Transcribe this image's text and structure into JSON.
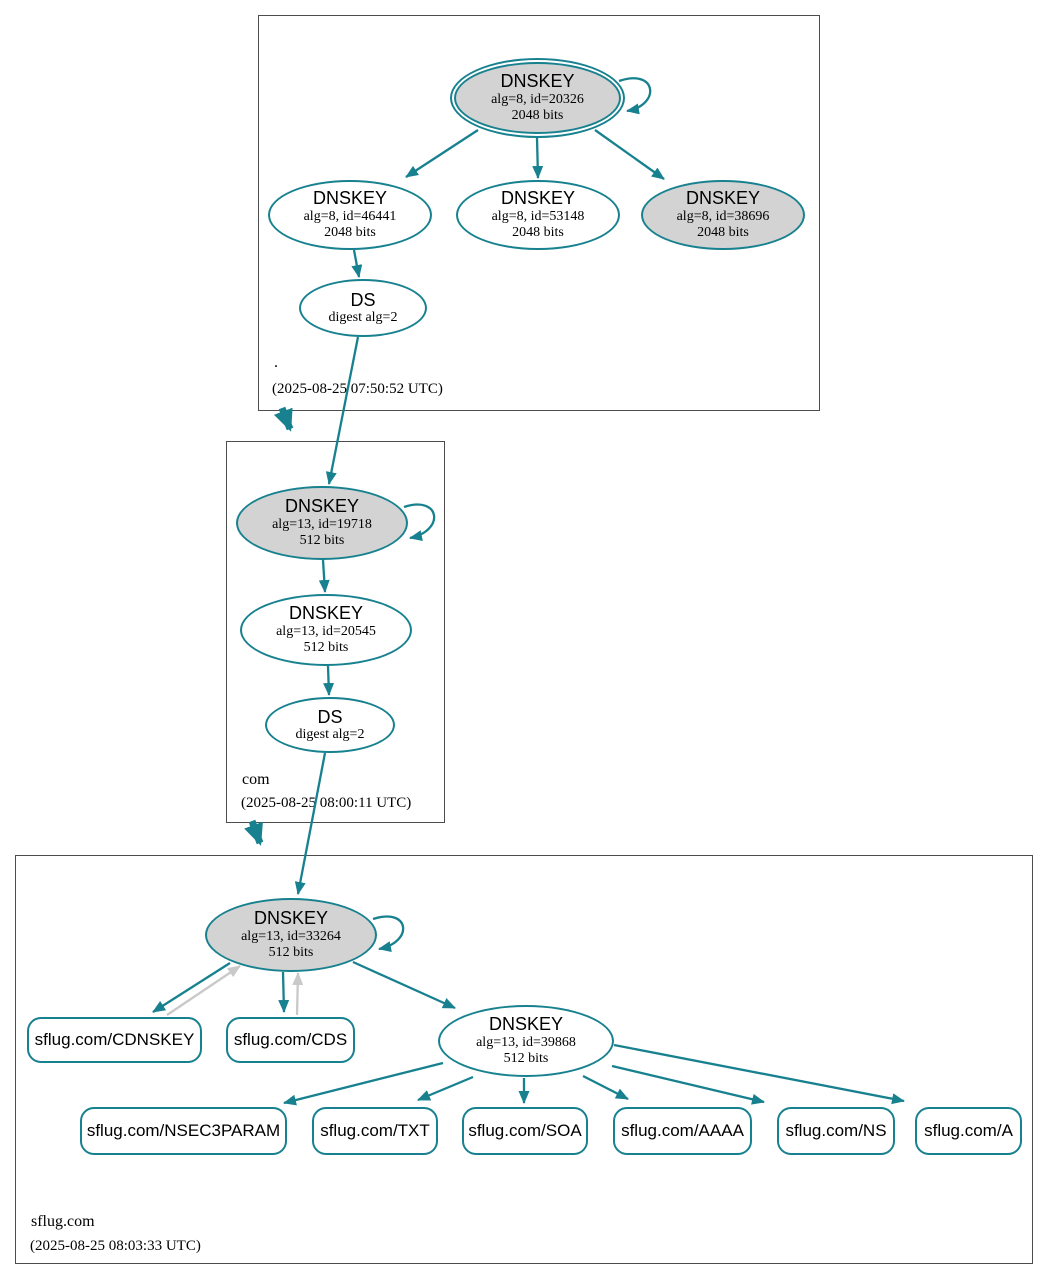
{
  "colors": {
    "edge_teal": "#17818f",
    "arrow_gray": "#c9c9c9",
    "node_fill_gray": "#d3d3d3",
    "zone_border": "#4d4d4d"
  },
  "root_zone": {
    "label": ".",
    "timestamp": "(2025-08-25 07:50:52 UTC)",
    "ksk20326": {
      "title": "DNSKEY",
      "alg": "alg=8, id=20326",
      "bits": "2048 bits"
    },
    "key46441": {
      "title": "DNSKEY",
      "alg": "alg=8, id=46441",
      "bits": "2048 bits"
    },
    "key53148": {
      "title": "DNSKEY",
      "alg": "alg=8, id=53148",
      "bits": "2048 bits"
    },
    "key38696": {
      "title": "DNSKEY",
      "alg": "alg=8, id=38696",
      "bits": "2048 bits"
    },
    "ds": {
      "title": "DS",
      "digest": "digest alg=2"
    }
  },
  "com_zone": {
    "label": "com",
    "timestamp": "(2025-08-25 08:00:11 UTC)",
    "ksk19718": {
      "title": "DNSKEY",
      "alg": "alg=13, id=19718",
      "bits": "512 bits"
    },
    "key20545": {
      "title": "DNSKEY",
      "alg": "alg=13, id=20545",
      "bits": "512 bits"
    },
    "ds": {
      "title": "DS",
      "digest": "digest alg=2"
    }
  },
  "sflug_zone": {
    "label": "sflug.com",
    "timestamp": "(2025-08-25 08:03:33 UTC)",
    "ksk33264": {
      "title": "DNSKEY",
      "alg": "alg=13, id=33264",
      "bits": "512 bits"
    },
    "key39868": {
      "title": "DNSKEY",
      "alg": "alg=13, id=39868",
      "bits": "512 bits"
    },
    "rrsets": {
      "cdnskey": "sflug.com/CDNSKEY",
      "cds": "sflug.com/CDS",
      "nsec3param": "sflug.com/NSEC3PARAM",
      "txt": "sflug.com/TXT",
      "soa": "sflug.com/SOA",
      "aaaa": "sflug.com/AAAA",
      "ns": "sflug.com/NS",
      "a": "sflug.com/A"
    }
  }
}
